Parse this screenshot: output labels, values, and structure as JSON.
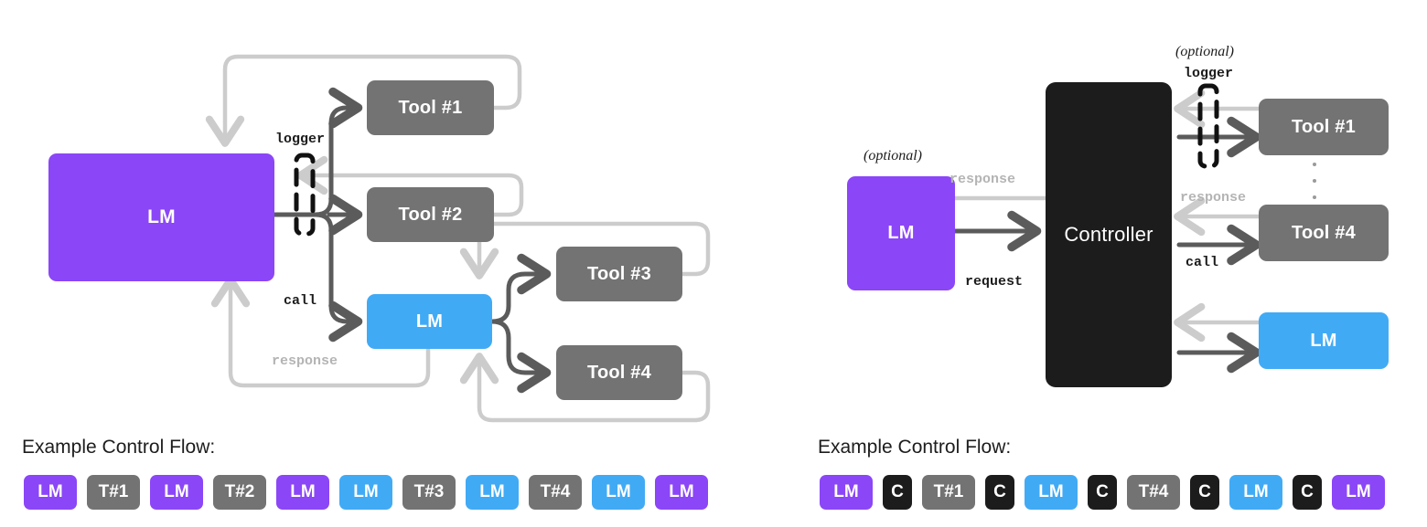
{
  "colors": {
    "purple": "#8b46f7",
    "blue": "#41aaf5",
    "gray": "#737373",
    "black": "#1c1c1c",
    "arrow_dark": "#5b5b5b",
    "arrow_light": "#cccccc",
    "text_muted": "#b4b4b4"
  },
  "left_panel": {
    "nodes": {
      "lm_main": "LM",
      "tool1": "Tool #1",
      "tool2": "Tool #2",
      "lm_sub": "LM",
      "tool3": "Tool #3",
      "tool4": "Tool #4"
    },
    "labels": {
      "logger": "logger",
      "call": "call",
      "response": "response"
    },
    "flow": {
      "heading": "Example Control Flow:",
      "chips": [
        {
          "label": "LM",
          "kind": "purple"
        },
        {
          "label": "T#1",
          "kind": "gray"
        },
        {
          "label": "LM",
          "kind": "purple"
        },
        {
          "label": "T#2",
          "kind": "gray"
        },
        {
          "label": "LM",
          "kind": "purple"
        },
        {
          "label": "LM",
          "kind": "blue"
        },
        {
          "label": "T#3",
          "kind": "gray"
        },
        {
          "label": "LM",
          "kind": "blue"
        },
        {
          "label": "T#4",
          "kind": "gray"
        },
        {
          "label": "LM",
          "kind": "blue"
        },
        {
          "label": "LM",
          "kind": "purple"
        }
      ]
    }
  },
  "right_panel": {
    "nodes": {
      "lm_left": "LM",
      "controller": "Controller",
      "tool1": "Tool #1",
      "tool4": "Tool #4",
      "lm_bottom": "LM"
    },
    "labels": {
      "optional_lm": "(optional)",
      "optional_logger": "(optional)",
      "logger": "logger",
      "response_left": "response",
      "request": "request",
      "response_tool": "response",
      "call": "call"
    },
    "flow": {
      "heading": "Example Control Flow:",
      "chips": [
        {
          "label": "LM",
          "kind": "purple"
        },
        {
          "label": "C",
          "kind": "black",
          "narrow": true
        },
        {
          "label": "T#1",
          "kind": "gray"
        },
        {
          "label": "C",
          "kind": "black",
          "narrow": true
        },
        {
          "label": "LM",
          "kind": "blue"
        },
        {
          "label": "C",
          "kind": "black",
          "narrow": true
        },
        {
          "label": "T#4",
          "kind": "gray"
        },
        {
          "label": "C",
          "kind": "black",
          "narrow": true
        },
        {
          "label": "LM",
          "kind": "blue"
        },
        {
          "label": "C",
          "kind": "black",
          "narrow": true
        },
        {
          "label": "LM",
          "kind": "purple"
        }
      ]
    }
  }
}
